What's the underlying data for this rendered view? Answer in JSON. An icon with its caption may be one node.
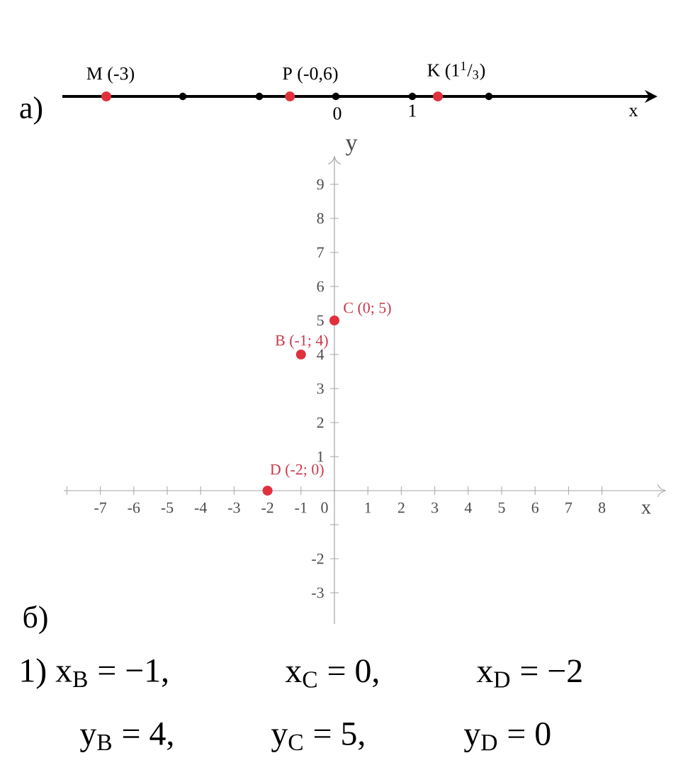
{
  "diagram": {
    "nodes": [
      {
        "text": [],
        "shape": "circle",
        "beside": [
          "M (-3)"
        ]
      },
      {
        "text": [],
        "shape": "circle",
        "beside": [
          "P (-0,6)"
        ]
      },
      {
        "text": [],
        "shape": "circle",
        "beside": [
          "K (1$^{1}$/$_{3}$)"
        ]
      },
      {
        "text": [],
        "shape": "circle",
        "beside": [
          "B (-1; 4)"
        ]
      },
      {
        "text": [],
        "shape": "circle",
        "beside": [
          "C (0; 5)"
        ]
      },
      {
        "text": [],
        "shape": "circle",
        "beside": [
          "D (-2; 0)"
        ]
      }
    ],
    "labels": [
      "а)",
      "0",
      "1",
      "x",
      "y",
      "9",
      "8",
      "7",
      "6",
      "5",
      "4",
      "3",
      "2",
      "1",
      "-7",
      "-6",
      "-5",
      "-4",
      "-3",
      "-2",
      "-1",
      "0",
      "1",
      "2",
      "3",
      "4",
      "5",
      "6",
      "7",
      "8",
      "x",
      "-2",
      "-3",
      "б)",
      "1) x$_{B}$ = −1,",
      "x$_{C}$ = 0,",
      "x$_{D}$ = −2",
      "y$_{B}$ = 4,",
      "y$_{C}$ = 5,",
      "y$_{D}$ = 0"
    ]
  }
}
